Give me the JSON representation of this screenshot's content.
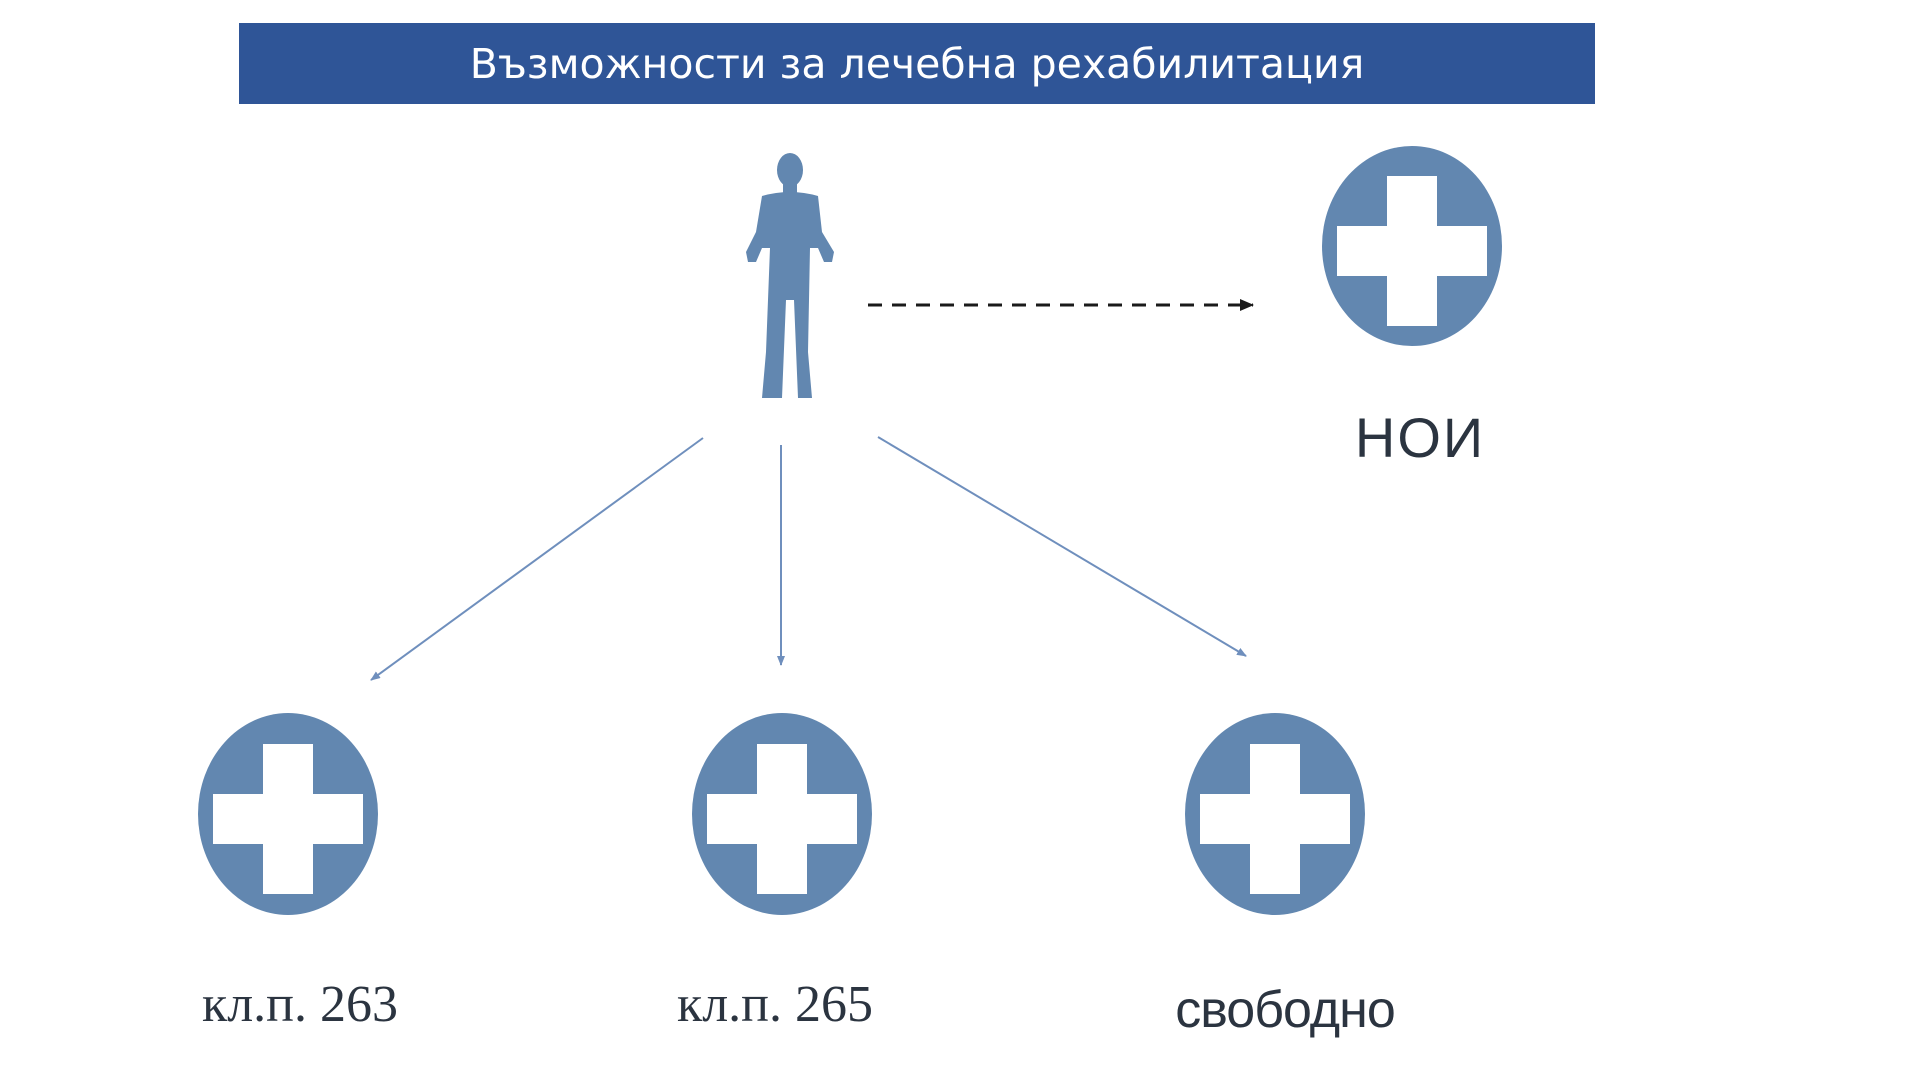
{
  "header": {
    "title": "Възможности за лечебна рехабилитация"
  },
  "nodes": {
    "patient": {
      "icon": "person-silhouette-icon"
    },
    "noi": {
      "icon": "medical-cross-icon",
      "label": "НОИ"
    },
    "options": [
      {
        "icon": "medical-cross-icon",
        "label": "кл.п. 263"
      },
      {
        "icon": "medical-cross-icon",
        "label": "кл.п. 265"
      },
      {
        "icon": "medical-cross-icon",
        "label": "свободно"
      }
    ]
  },
  "colors": {
    "title_bar": "#2f5597",
    "icon_fill": "#6287b0",
    "arrow": "#6f8fbd",
    "dashed_arrow": "#1a1a1a",
    "label_text": "#2b3440"
  }
}
